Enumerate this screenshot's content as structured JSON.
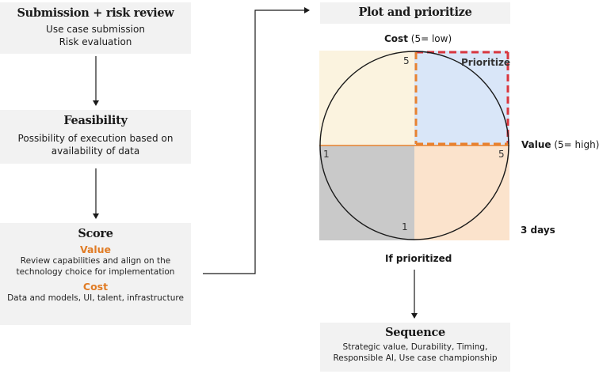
{
  "steps": {
    "submission": {
      "title": "Submission + risk review",
      "lines": [
        "Use case submission",
        "Risk evaluation"
      ]
    },
    "feasibility": {
      "title": "Feasibility",
      "lines": [
        "Possibility of execution based on",
        "availability of data"
      ]
    },
    "score": {
      "title": "Score",
      "value_heading": "Value",
      "value_lines": [
        "Review capabilities and align on the",
        "technology choice for implementation"
      ],
      "cost_heading": "Cost",
      "cost_lines": [
        "Data and models, UI, talent, infrastructure"
      ]
    },
    "plot": {
      "title": "Plot and prioritize"
    },
    "sequence": {
      "title": "Sequence",
      "lines": [
        "Strategic value, Durability, Timing,",
        "Responsible AI, Use case championship"
      ]
    }
  },
  "matrix": {
    "cost_axis_bold": "Cost",
    "cost_axis_note": "(5= low)",
    "value_axis_bold": "Value",
    "value_axis_note": "(5= high)",
    "tick_top": "5",
    "tick_left": "1",
    "tick_right": "5",
    "tick_bottom": "1",
    "prioritize_label": "Prioritize",
    "duration_label": "3 days",
    "quadrant_colors": {
      "top_left": "#fbf3df",
      "top_right": "#d9e6f8",
      "bottom_left": "#c9c9c9",
      "bottom_right": "#fbe3cc"
    },
    "prioritize_border_colors": [
      "#d9363e",
      "#e8822f"
    ],
    "axis_line_color": "#e8822f"
  },
  "connector": {
    "if_prioritized": "If prioritized"
  },
  "colors": {
    "accent": "#e07b24",
    "box_bg": "#f2f2f2"
  }
}
